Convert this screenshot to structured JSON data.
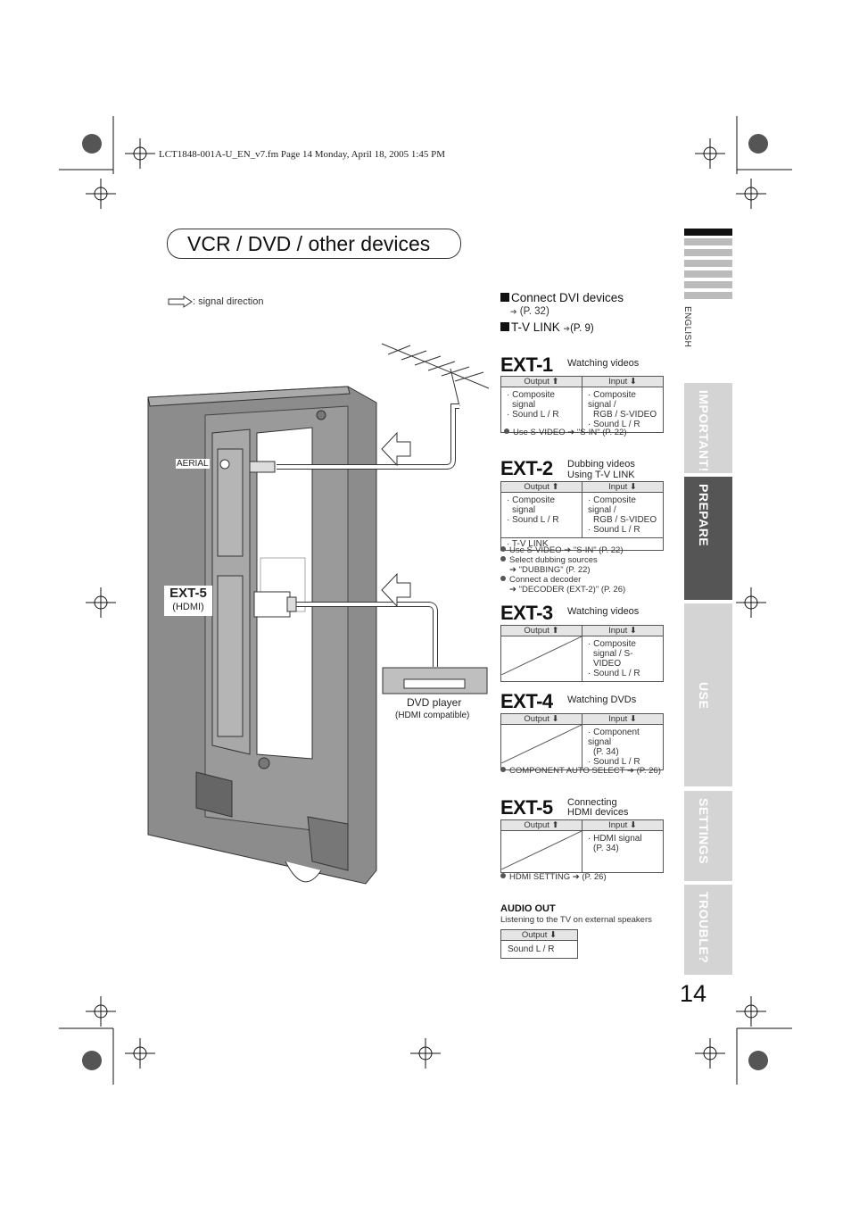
{
  "header_line": "LCT1848-001A-U_EN_v7.fm  Page 14  Monday, April 18, 2005  1:45 PM",
  "page_title": "VCR / DVD / other devices",
  "signal_legend": ": signal direction",
  "links": [
    {
      "label": "Connect DVI devices",
      "ref": "(P. 32)"
    },
    {
      "label": "T-V LINK",
      "ref": "(P. 9)"
    }
  ],
  "diagram": {
    "aerial_label": "AERIAL",
    "ext5_label": "EXT-5",
    "ext5_sub": "(HDMI)",
    "dvd_label": "DVD player",
    "dvd_sub": "(HDMI compatible)"
  },
  "ext1": {
    "name": "EXT-1",
    "desc": "Watching videos",
    "output_header": "Output",
    "input_header": "Input",
    "output": [
      "· Composite",
      "  signal",
      "· Sound L / R"
    ],
    "input": [
      "· Composite signal /",
      "  RGB / S-VIDEO",
      "· Sound L / R"
    ],
    "notes": [
      "Use S-VIDEO ➔ \"S-IN\" (P. 22)"
    ]
  },
  "ext2": {
    "name": "EXT-2",
    "desc1": "Dubbing videos",
    "desc2": "Using T-V LINK",
    "output_header": "Output",
    "input_header": "Input",
    "output": [
      "· Composite",
      "  signal",
      "· Sound L / R"
    ],
    "input": [
      "· Composite signal /",
      "  RGB / S-VIDEO",
      "· Sound L / R"
    ],
    "extra_row": "· T-V LINK",
    "notes": [
      "Use S-VIDEO ➔ \"S-IN\" (P. 22)",
      "Select dubbing sources",
      "➔ \"DUBBING\" (P. 22)",
      "Connect a decoder",
      "➔ \"DECODER (EXT-2)\" (P. 26)"
    ]
  },
  "ext3": {
    "name": "EXT-3",
    "desc": "Watching videos",
    "output_header": "Output",
    "input_header": "Input",
    "input": [
      "· Composite",
      "  signal / S-VIDEO",
      "· Sound L / R"
    ]
  },
  "ext4": {
    "name": "EXT-4",
    "desc": "Watching DVDs",
    "output_header": "Output",
    "input_header": "Input",
    "input": [
      "· Component signal",
      "  (P. 34)",
      "· Sound L / R"
    ],
    "notes": [
      "COMPONENT AUTO SELECT ➔ (P. 26)"
    ]
  },
  "ext5": {
    "name": "EXT-5",
    "desc1": "Connecting",
    "desc2": "HDMI devices",
    "output_header": "Output",
    "input_header": "Input",
    "input": [
      "· HDMI signal",
      "  (P. 34)"
    ],
    "notes": [
      "HDMI SETTING ➔ (P. 26)"
    ]
  },
  "audio_out": {
    "title": "AUDIO OUT",
    "desc": "Listening to the TV on external speakers",
    "output_header": "Output",
    "value": "Sound L / R"
  },
  "side_language": "ENGLISH",
  "side_tabs": [
    "IMPORTANT!",
    "PREPARE",
    "USE",
    "SETTINGS",
    "TROUBLE?"
  ],
  "page_number": "14",
  "colors": {
    "tab_inactive": "#d4d4d4",
    "tab_active": "#555555",
    "panel_gray": "#8c8c8c"
  }
}
